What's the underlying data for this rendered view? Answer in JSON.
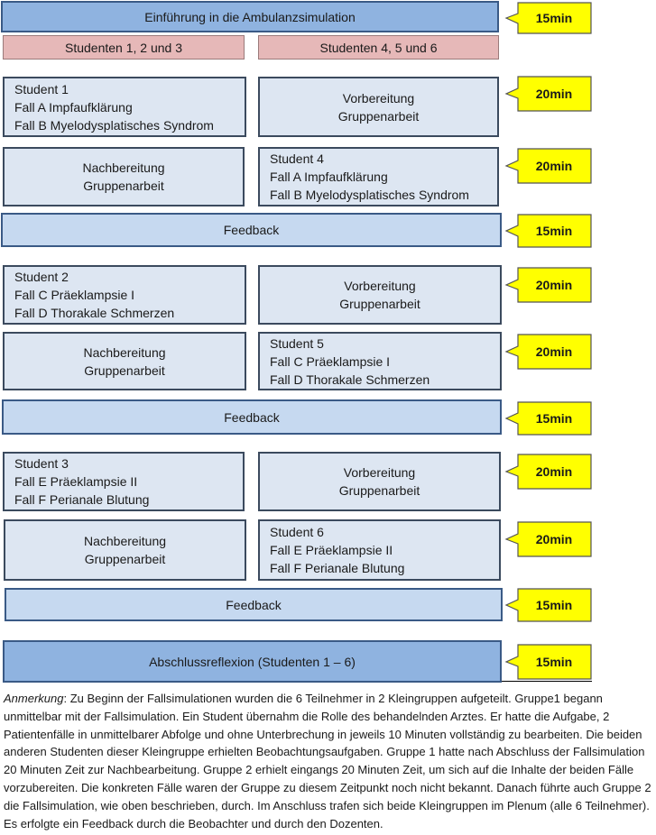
{
  "header": {
    "title": "Einführung in die Ambulanzsimulation",
    "time": "15min"
  },
  "groups": {
    "left": "Studenten 1, 2 und 3",
    "right": "Studenten 4, 5 und 6"
  },
  "blocks": [
    {
      "row1": {
        "left": [
          "Student 1",
          "Fall A Impfaufklärung",
          "Fall B Myelodysplatisches Syndrom"
        ],
        "right": [
          "Vorbereitung",
          "Gruppenarbeit"
        ],
        "time": "20min"
      },
      "row2": {
        "left": [
          "Nachbereitung",
          "Gruppenarbeit"
        ],
        "right": [
          "Student 4",
          "Fall A Impfaufklärung",
          "Fall B Myelodysplatisches Syndrom"
        ],
        "time": "20min"
      },
      "feedback": {
        "label": "Feedback",
        "time": "15min"
      }
    },
    {
      "row1": {
        "left": [
          "Student 2",
          "Fall C Präeklampsie I",
          "Fall D Thorakale Schmerzen"
        ],
        "right": [
          "Vorbereitung",
          "Gruppenarbeit"
        ],
        "time": "20min"
      },
      "row2": {
        "left": [
          "Nachbereitung",
          "Gruppenarbeit"
        ],
        "right": [
          "Student 5",
          "Fall C Präeklampsie I",
          "Fall D Thorakale Schmerzen"
        ],
        "time": "20min"
      },
      "feedback": {
        "label": "Feedback",
        "time": "15min"
      }
    },
    {
      "row1": {
        "left": [
          "Student 3",
          "Fall E Präeklampsie II",
          "Fall F Perianale Blutung"
        ],
        "right": [
          "Vorbereitung",
          "Gruppenarbeit"
        ],
        "time": "20min"
      },
      "row2": {
        "left": [
          "Nachbereitung",
          "Gruppenarbeit"
        ],
        "right": [
          "Student 6",
          "Fall E Präeklampsie II",
          "Fall F Perianale Blutung"
        ],
        "time": "20min"
      },
      "feedback": {
        "label": "Feedback",
        "time": "15min"
      }
    }
  ],
  "final": {
    "label": "Abschlussreflexion (Studenten 1 – 6)",
    "time": "15min"
  },
  "note": {
    "label": "Anmerkung",
    "text": ": Zu Beginn der Fallsimulationen wurden die 6 Teilnehmer in 2 Kleingruppen aufgeteilt. Gruppe1 begann unmittelbar mit der Fallsimulation. Ein Student übernahm die Rolle des behandelnden Arztes. Er hatte die Aufgabe, 2 Patientenfälle in unmittelbarer Abfolge und ohne Unterbrechung  in jeweils 10 Minuten vollständig zu bearbeiten. Die beiden anderen Studenten dieser Kleingruppe erhielten Beobachtungsaufgaben. Gruppe 1 hatte nach Abschluss der Fallsimulation 20 Minuten Zeit zur Nachbearbeitung. Gruppe 2 erhielt eingangs 20 Minuten Zeit, um sich auf die Inhalte der beiden Fälle vorzubereiten. Die konkreten Fälle waren der Gruppe zu diesem Zeitpunkt noch nicht bekannt. Danach führte auch Gruppe 2 die Fallsimulation, wie oben beschrieben, durch. Im Anschluss trafen sich beide Kleingruppen im Plenum (alle 6 Teilnehmer). Es erfolgte ein Feedback durch die Beobachter und durch den Dozenten."
  },
  "colors": {
    "callout": "#ffff00",
    "header": "#8fb3e0",
    "group": "#e6b8b8",
    "box": "#dde6f2",
    "feedback": "#c6d9f0"
  }
}
